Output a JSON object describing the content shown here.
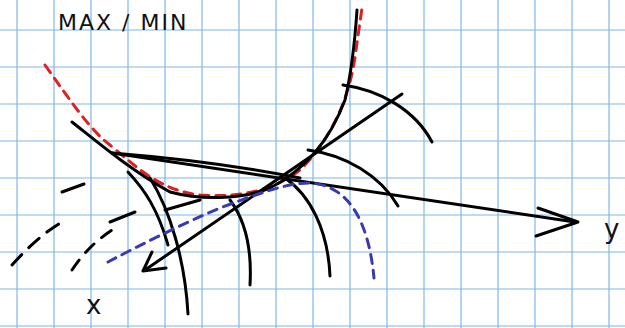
{
  "diagram": {
    "title": "MAX / MIN",
    "labels": [
      "y",
      "x"
    ]
  }
}
